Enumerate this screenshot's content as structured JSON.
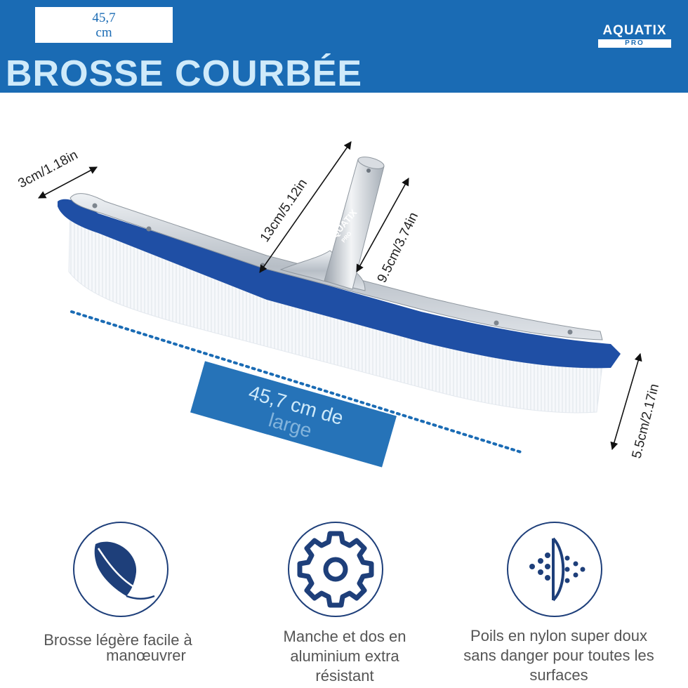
{
  "header": {
    "size_line1": "45,7",
    "size_line2": "cm",
    "title": "BROSSE COURBÉE",
    "logo_brand": "AQUATIX",
    "logo_sub": "PRO"
  },
  "dimensions": {
    "width_strip": "3cm/1.18in",
    "handle_total": "13cm/5.12in",
    "handle_sleeve": "9.5cm/3.74in",
    "height": "5.5cm/2.17in",
    "length_line1": "45,7 cm de",
    "length_line2": "large"
  },
  "handle_stamp": {
    "brand": "AQUATIX",
    "sub": "PRO"
  },
  "features": [
    {
      "icon": "feather-icon",
      "line1": "Brosse légère facile à",
      "line2": "manœuvrer",
      "line3": ""
    },
    {
      "icon": "gear-icon",
      "line1": "Manche et dos en",
      "line2": "aluminium extra",
      "line3": "résistant"
    },
    {
      "icon": "bristles-icon",
      "line1": "Poils en nylon super doux",
      "line2": "sans danger pour toutes les",
      "line3": "surfaces"
    }
  ],
  "colors": {
    "header_blue": "#1a6bb4",
    "title_light": "#cfeafa",
    "brush_blue": "#1f4fa5",
    "icon_navy": "#1e3f7a"
  }
}
